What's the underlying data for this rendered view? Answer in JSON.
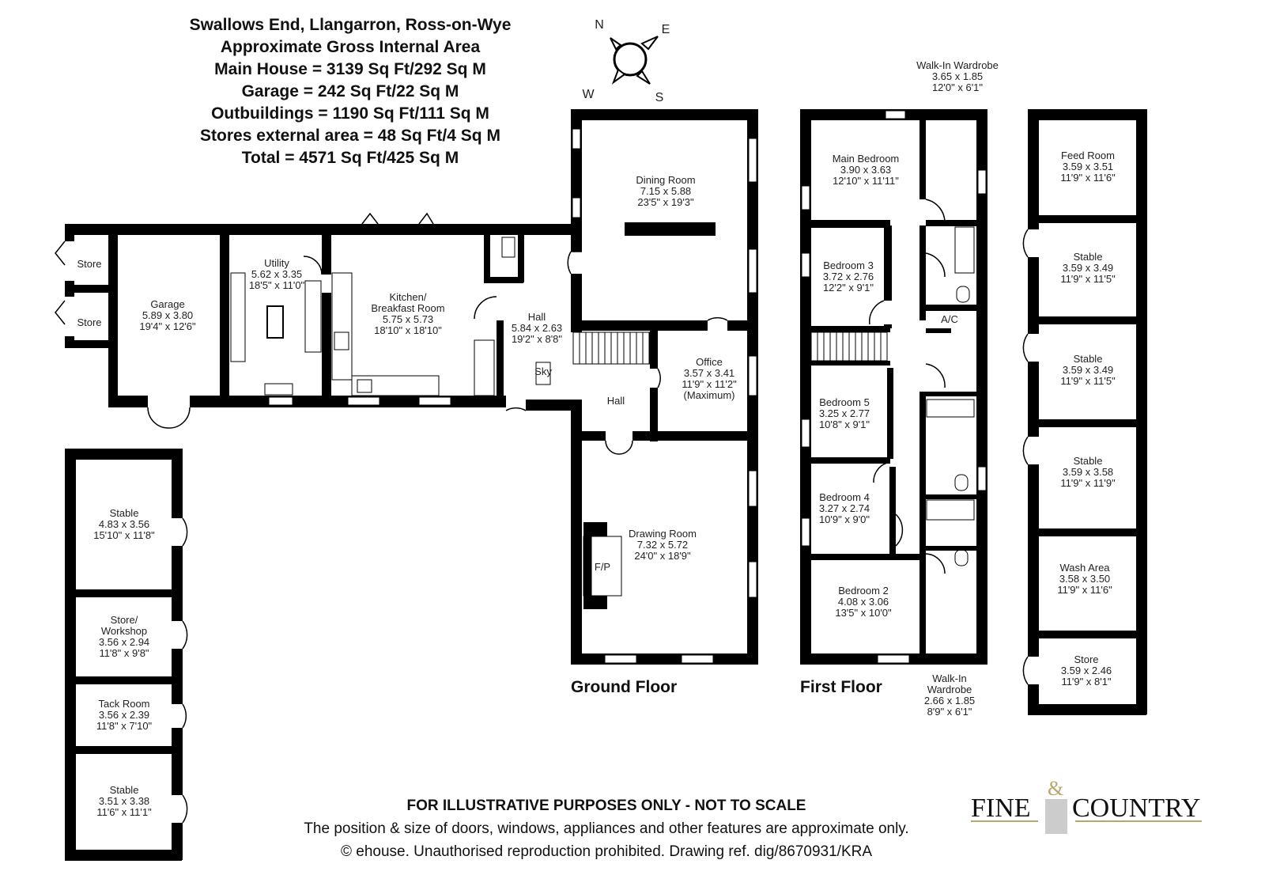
{
  "title_block": {
    "lines": [
      "Swallows End, Llangarron, Ross-on-Wye",
      "Approximate Gross Internal Area",
      "Main House = 3139 Sq Ft/292 Sq M",
      "Garage = 242 Sq Ft/22 Sq M",
      "Outbuildings = 1190 Sq Ft/111 Sq M",
      "Stores external area = 48 Sq Ft/4 Sq M",
      "Total = 4571 Sq Ft/425 Sq M"
    ]
  },
  "compass": {
    "n": "N",
    "e": "E",
    "s": "S",
    "w": "W"
  },
  "ground_floor": {
    "label": "Ground Floor",
    "rooms": {
      "store1": [
        "Store"
      ],
      "store2": [
        "Store"
      ],
      "garage": [
        "Garage",
        "5.89 x 3.80",
        "19'4\" x 12'6\""
      ],
      "utility": [
        "Utility",
        "5.62 x 3.35",
        "18'5\" x 11'0\""
      ],
      "kitchen": [
        "Kitchen/",
        "Breakfast Room",
        "5.75 x 5.73",
        "18'10\" x 18'10\""
      ],
      "hall": [
        "Hall",
        "5.84 x 2.63",
        "19'2\" x 8'8\""
      ],
      "sky": [
        "Sky"
      ],
      "hall2": [
        "Hall"
      ],
      "dining": [
        "Dining Room",
        "7.15 x 5.88",
        "23'5\" x 19'3\""
      ],
      "office": [
        "Office",
        "3.57 x 3.41",
        "11'9\" x 11'2\"",
        "(Maximum)"
      ],
      "drawing": [
        "Drawing Room",
        "7.32 x 5.72",
        "24'0\" x 18'9\""
      ],
      "fp": [
        "F/P"
      ]
    }
  },
  "first_floor": {
    "label": "First Floor",
    "rooms": {
      "walkin1": [
        "Walk-In Wardrobe",
        "3.65 x 1.85",
        "12'0\" x 6'1\""
      ],
      "main_bedroom": [
        "Main Bedroom",
        "3.90 x 3.63",
        "12'10\" x 11'11\""
      ],
      "bedroom3": [
        "Bedroom 3",
        "3.72 x 2.76",
        "12'2\" x 9'1\""
      ],
      "ac": [
        "A/C"
      ],
      "bedroom5": [
        "Bedroom 5",
        "3.25 x 2.77",
        "10'8\" x 9'1\""
      ],
      "bedroom4": [
        "Bedroom 4",
        "3.27 x 2.74",
        "10'9\" x 9'0\""
      ],
      "bedroom2": [
        "Bedroom 2",
        "4.08 x 3.06",
        "13'5\" x 10'0\""
      ],
      "walkin2": [
        "Walk-In",
        "Wardrobe",
        "2.66 x 1.85",
        "8'9\" x 6'1\""
      ]
    }
  },
  "outbuildings_right": {
    "feed": [
      "Feed Room",
      "3.59 x 3.51",
      "11'9\" x 11'6\""
    ],
    "stable1": [
      "Stable",
      "3.59 x 3.49",
      "11'9\" x 11'5\""
    ],
    "stable2": [
      "Stable",
      "3.59 x 3.49",
      "11'9\" x 11'5\""
    ],
    "stable3": [
      "Stable",
      "3.59 x 3.58",
      "11'9\" x 11'9\""
    ],
    "wash": [
      "Wash Area",
      "3.58 x 3.50",
      "11'9\" x 11'6\""
    ],
    "store": [
      "Store",
      "3.59 x 2.46",
      "11'9\" x 8'1\""
    ]
  },
  "outbuildings_left": {
    "stable1": [
      "Stable",
      "4.83 x 3.56",
      "15'10\" x 11'8\""
    ],
    "workshop": [
      "Store/",
      "Workshop",
      "3.56 x 2.94",
      "11'8\" x 9'8\""
    ],
    "tack": [
      "Tack Room",
      "3.56 x 2.39",
      "11'8\" x 7'10\""
    ],
    "stable2": [
      "Stable",
      "3.51 x 3.38",
      "11'6\" x 11'1\""
    ]
  },
  "footer": {
    "disclaimer": "FOR ILLUSTRATIVE PURPOSES ONLY - NOT TO SCALE",
    "note": "The position & size of doors, windows, appliances and other features are approximate only.",
    "copyright": "© ehouse. Unauthorised reproduction prohibited. Drawing ref. dig/8670931/KRA"
  },
  "logo": {
    "left": "FINE",
    "amp": "&",
    "right": "COUNTRY",
    "accent": "#b8a76a"
  }
}
